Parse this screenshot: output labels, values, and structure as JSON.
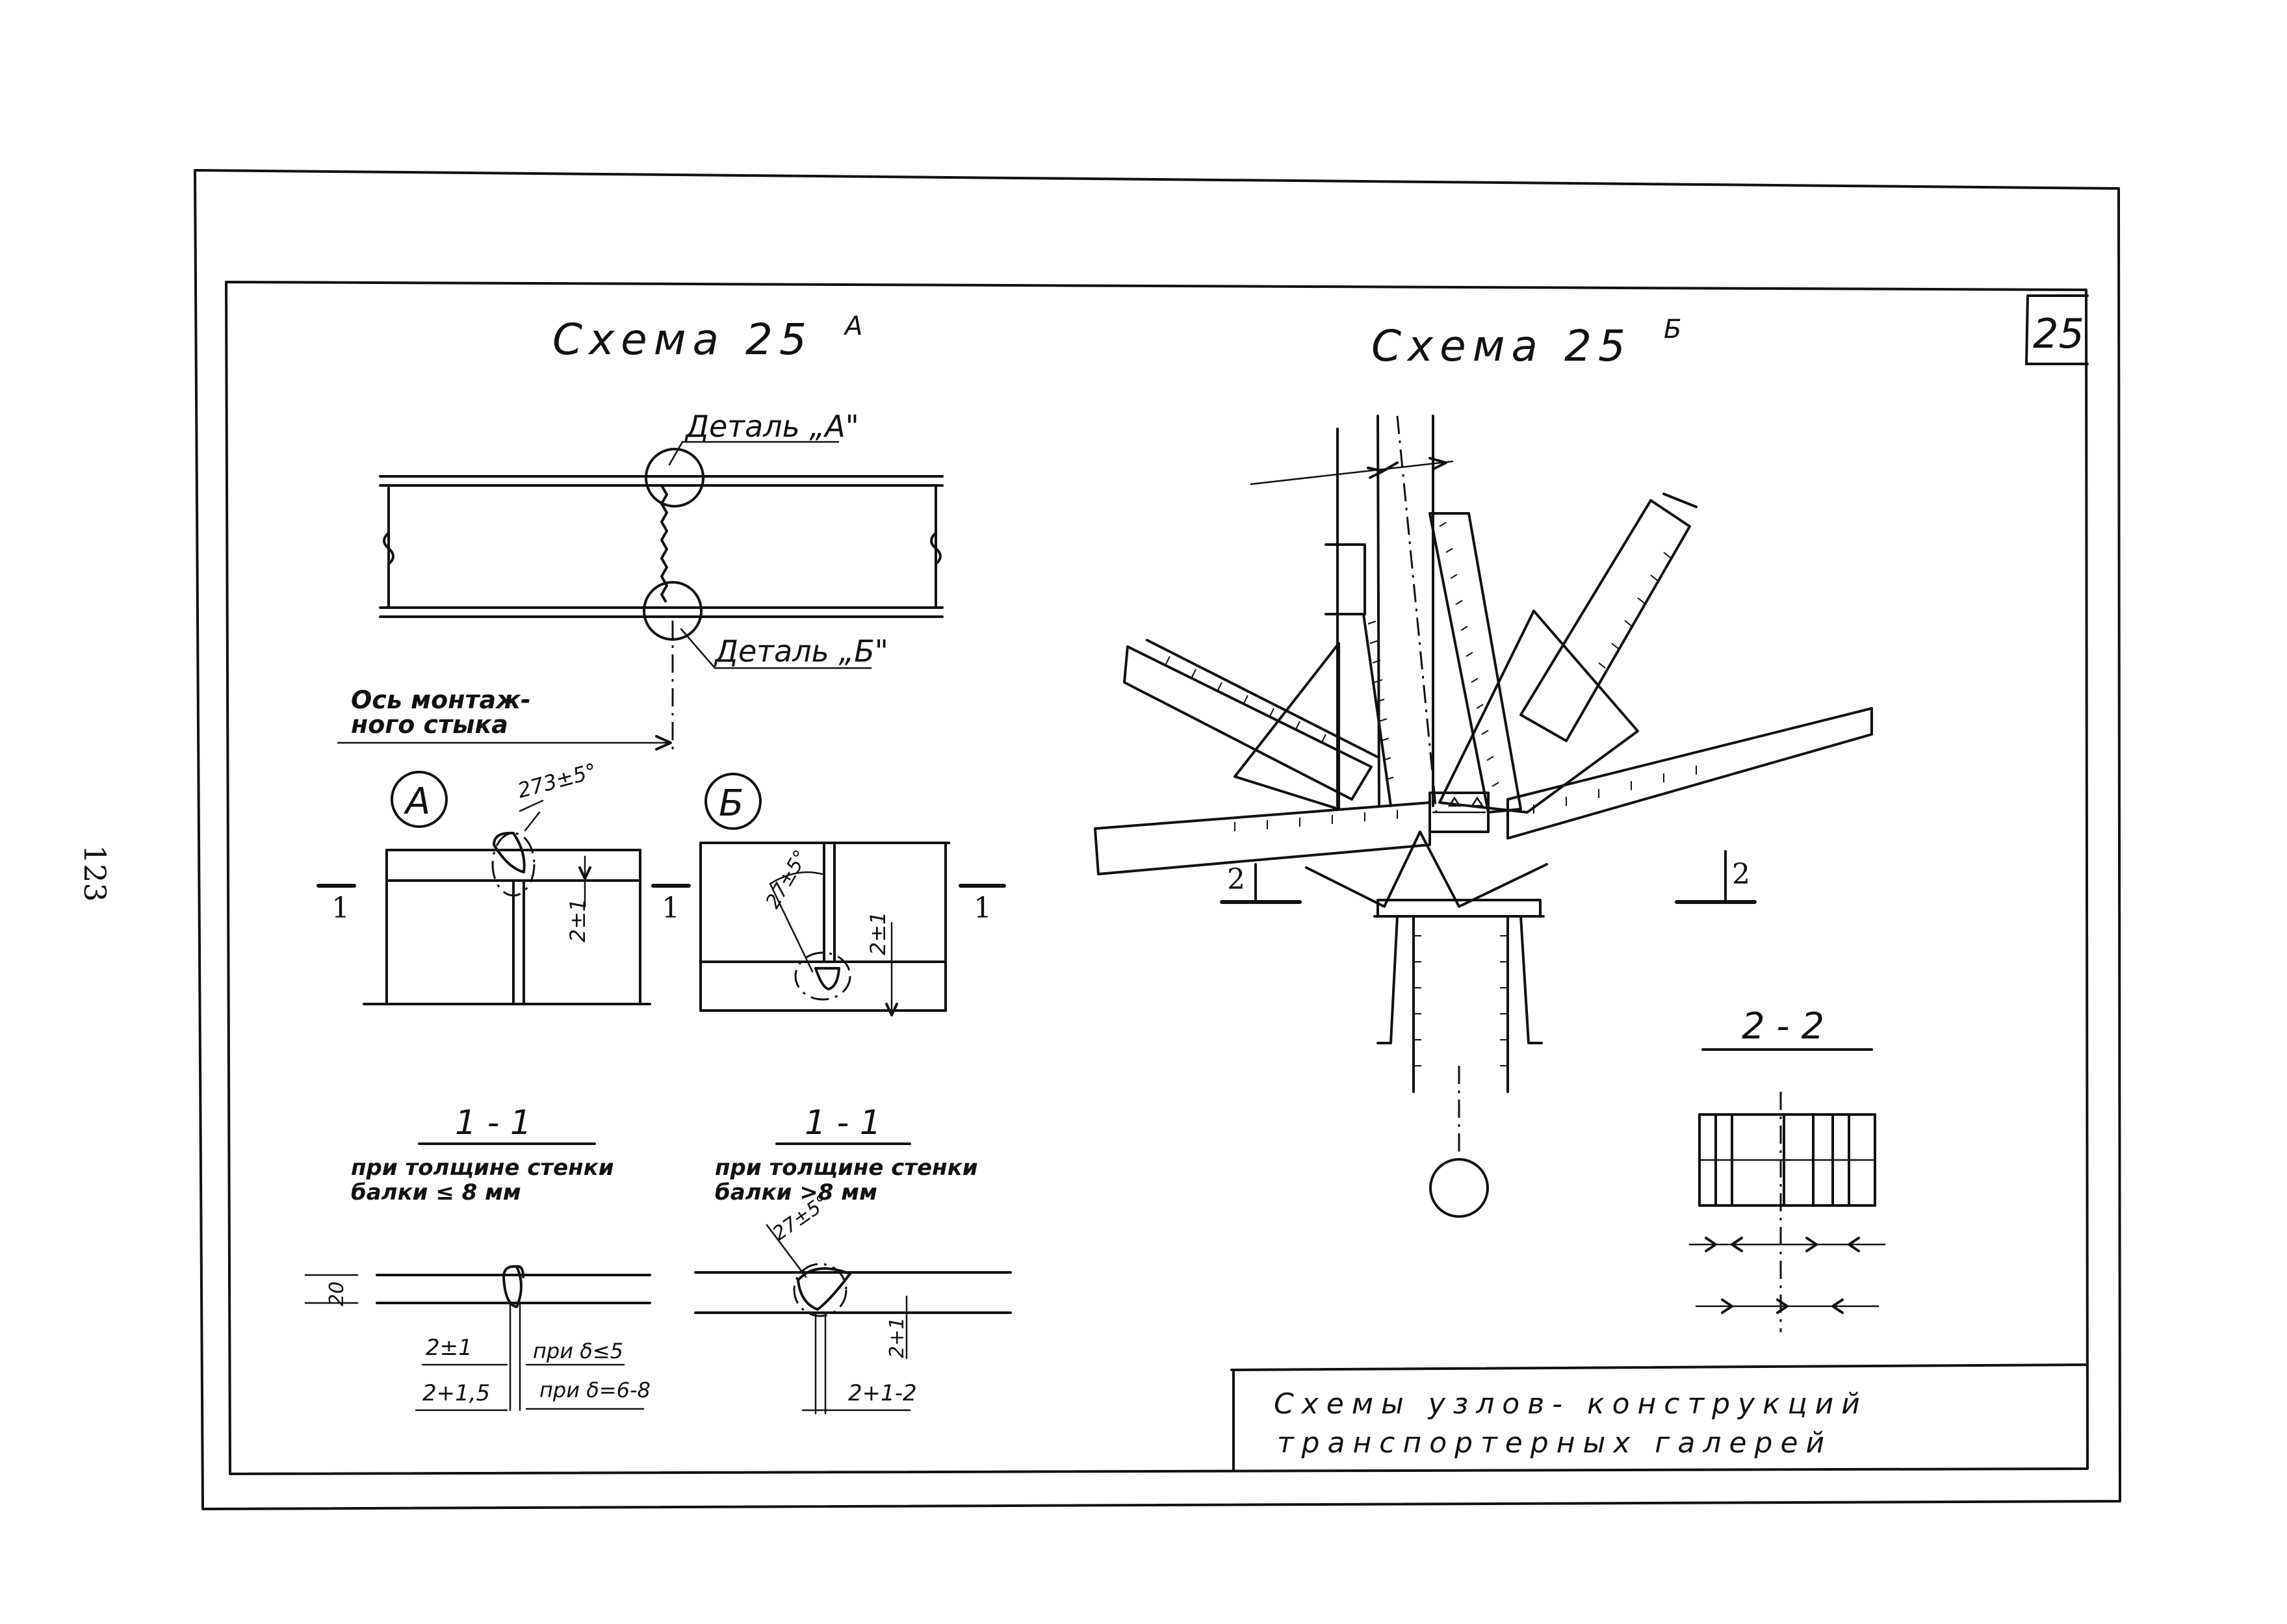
{
  "page": {
    "number": "123"
  },
  "sheet": {
    "number": "25"
  },
  "scheme_a": {
    "title": "Схема 25",
    "title_sup": "А",
    "detail_a_label": "Деталь „А\"",
    "detail_b_label": "Деталь „Б\"",
    "axis_label_line1": "Ось монтаж-",
    "axis_label_line2": "ного стыка",
    "marker_a": "А",
    "marker_b": "Б",
    "section_mark": "1",
    "angle_a": "273±5°",
    "angle_b": "27±5°",
    "dim_a": "2±1",
    "dim_b": "2±1"
  },
  "section_thin": {
    "title": "1 - 1",
    "note_line1": "при толщине стенки",
    "note_line2": "балки ≤ 8 мм",
    "dim_v": "20",
    "dim_1": "2±1",
    "dim_1_note": "при δ≤5",
    "dim_2": "2+1,5",
    "dim_2_note": "при δ=6-8"
  },
  "section_thick": {
    "title": "1 - 1",
    "note_line1": "при толщине стенки",
    "note_line2": "балки >8 мм",
    "angle": "27±5°",
    "dim_v": "2+1",
    "dim_h": "2+1-2"
  },
  "scheme_b": {
    "title": "Схема 25",
    "title_sup": "Б",
    "section_mark": "2"
  },
  "section_2": {
    "title": "2 - 2"
  },
  "title_block": {
    "line1": "Схемы узлов- конструкций",
    "line2": "транспортерных галерей"
  }
}
